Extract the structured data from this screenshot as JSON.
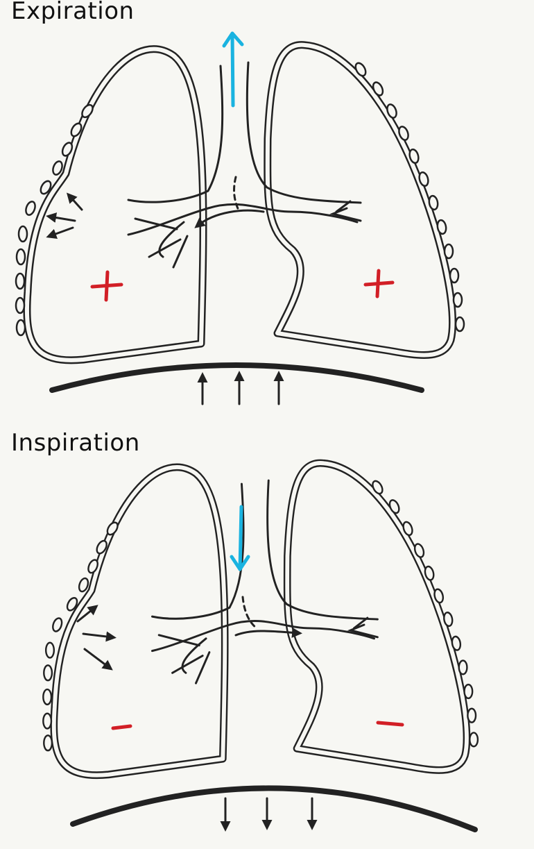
{
  "panels": [
    {
      "title": "Expiration",
      "pressure_sign": "+",
      "airflow": "out",
      "diaphragm_movement": "up"
    },
    {
      "title": "Inspiration",
      "pressure_sign": "-",
      "airflow": "in",
      "diaphragm_movement": "down"
    }
  ],
  "colors": {
    "airflow": "#1ab3e0",
    "pressure": "#d21f26",
    "line": "#222222",
    "background": "#f7f7f3"
  }
}
